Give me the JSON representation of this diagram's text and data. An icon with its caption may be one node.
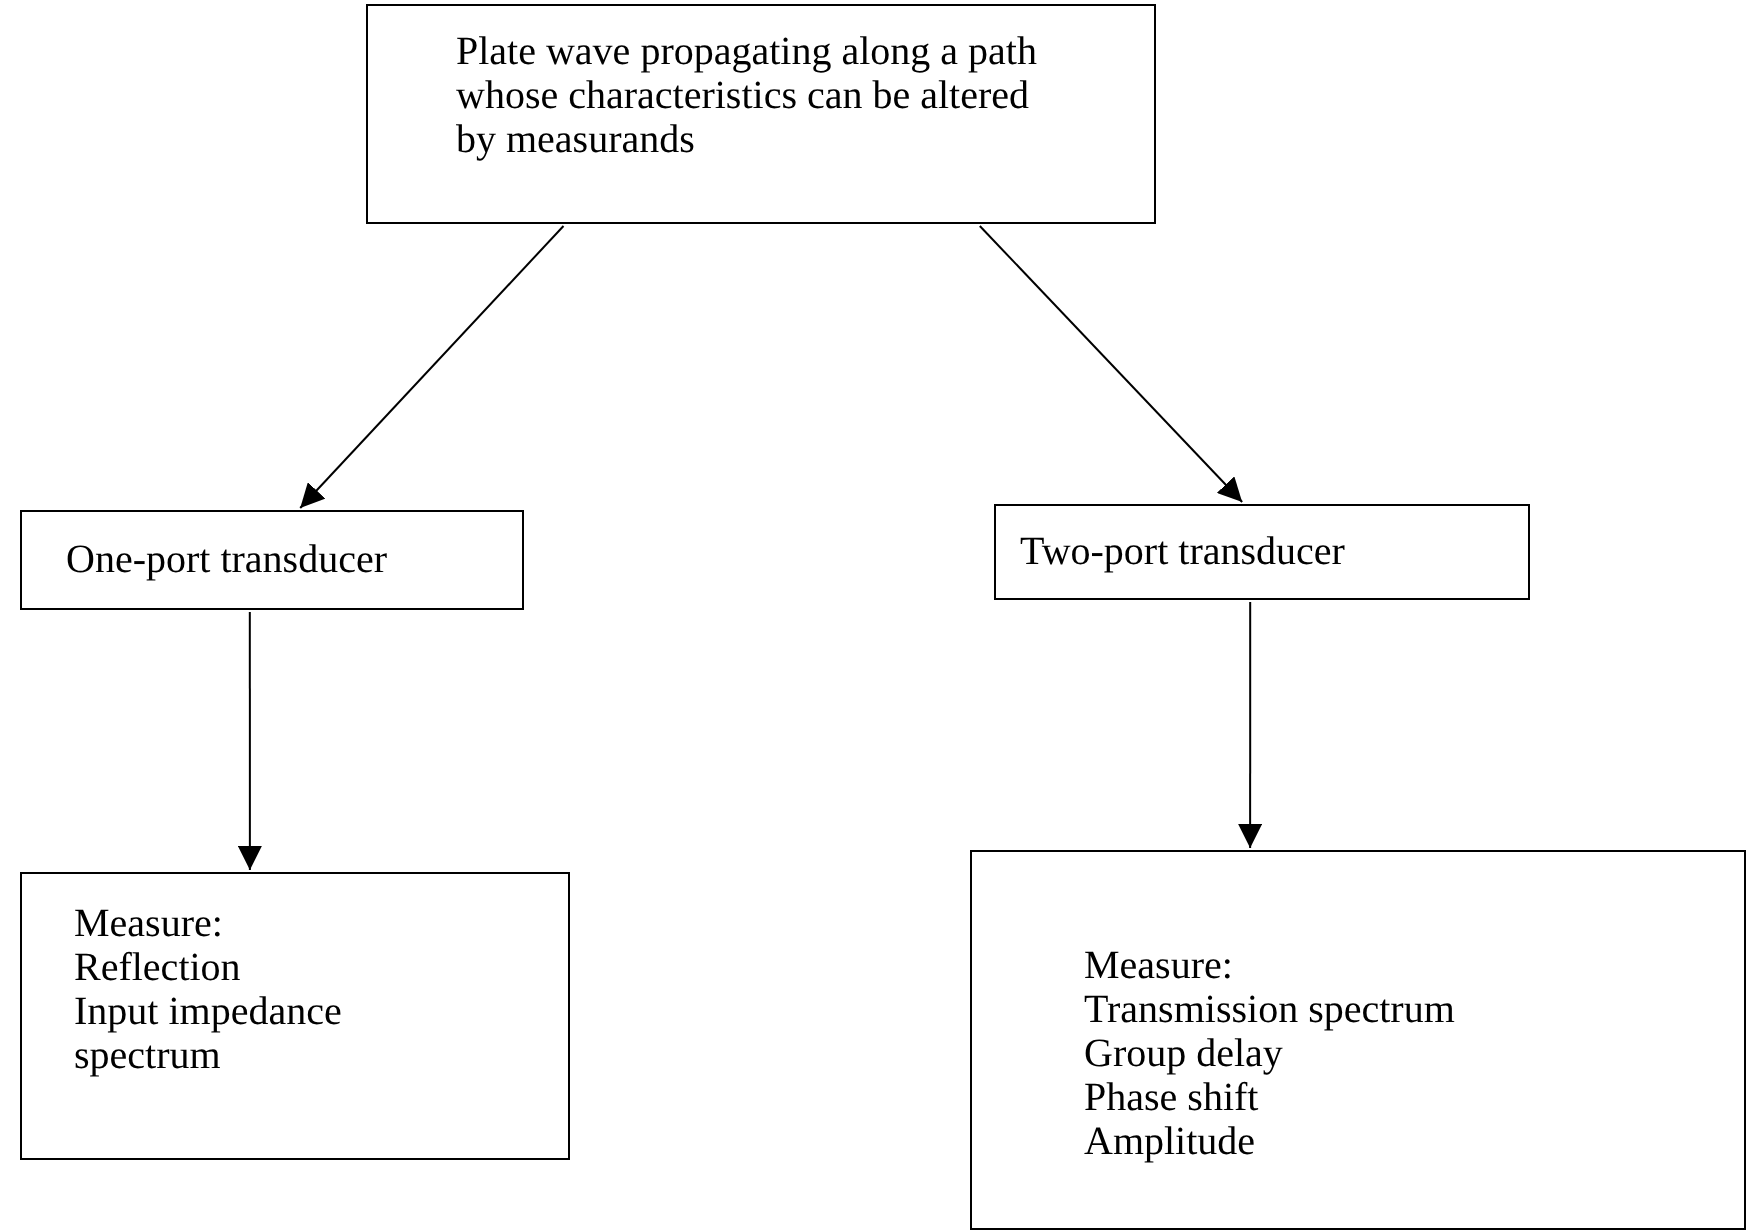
{
  "diagram": {
    "nodes": [
      {
        "text": [
          "Plate wave propagating along a path whose characteristics can be altered by measurands"
        ]
      },
      {
        "text": [
          "One-port transducer"
        ]
      },
      {
        "text": [
          "Two-port transducer"
        ]
      },
      {
        "text": [
          "Measure:",
          "Reflection",
          "Input impedance spectrum"
        ]
      },
      {
        "text": [
          "Measure:",
          "Transmission spectrum",
          "Group delay",
          "Phase shift",
          "Amplitude"
        ]
      }
    ],
    "edges": [
      {
        "from": 0,
        "to": 1,
        "arrow": "to"
      },
      {
        "from": 0,
        "to": 2,
        "arrow": "to"
      },
      {
        "from": 1,
        "to": 3,
        "arrow": "to"
      },
      {
        "from": 2,
        "to": 4,
        "arrow": "to"
      }
    ]
  }
}
